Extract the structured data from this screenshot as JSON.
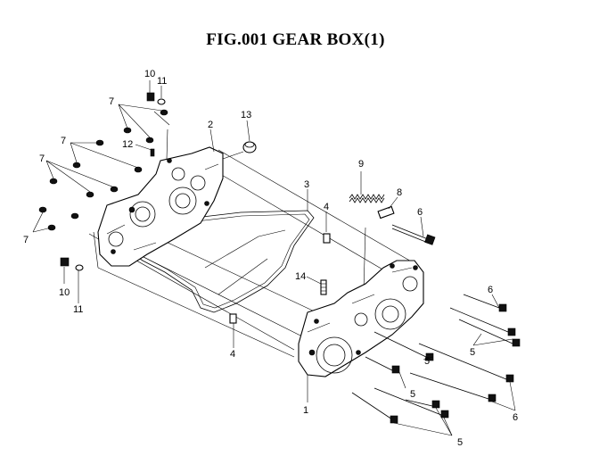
{
  "title": "FIG.001  GEAR BOX(1)",
  "callouts": {
    "c10a": "10",
    "c11a": "11",
    "c7a": "7",
    "c2": "2",
    "c13": "13",
    "c7b": "7",
    "c12": "12",
    "c7c": "7",
    "c9": "9",
    "c3": "3",
    "c4a": "4",
    "c8": "8",
    "c6a": "6",
    "c7d": "7",
    "c10b": "10",
    "c11b": "11",
    "c14": "14",
    "c6b": "6",
    "c5a": "5",
    "c4b": "4",
    "c5b": "5",
    "c1": "1",
    "c5c": "5",
    "c6c": "6",
    "c5d": "5"
  }
}
